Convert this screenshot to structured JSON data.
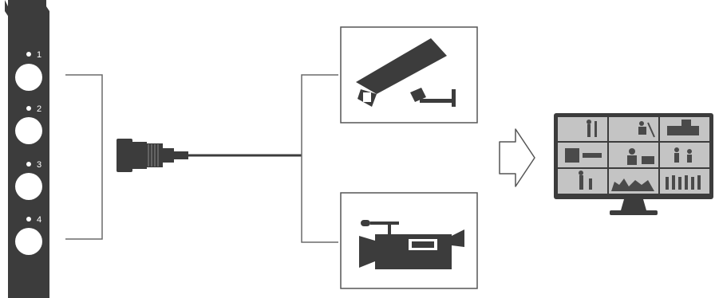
{
  "capture_card": {
    "ports": [
      {
        "label": "1"
      },
      {
        "label": "2"
      },
      {
        "label": "3"
      },
      {
        "label": "4"
      }
    ]
  },
  "connector": {
    "icon": "bnc-connector-icon"
  },
  "sources": [
    {
      "icon": "security-camera-icon"
    },
    {
      "icon": "camcorder-icon"
    }
  ],
  "arrow": {
    "icon": "arrow-right-icon"
  },
  "monitor": {
    "icon": "monitor-icon",
    "grid": "3x3"
  },
  "colors": {
    "dark": "#3c3c3c",
    "line": "#6a6a6a",
    "screen": "#bdbdbd",
    "frame": "#555555"
  }
}
